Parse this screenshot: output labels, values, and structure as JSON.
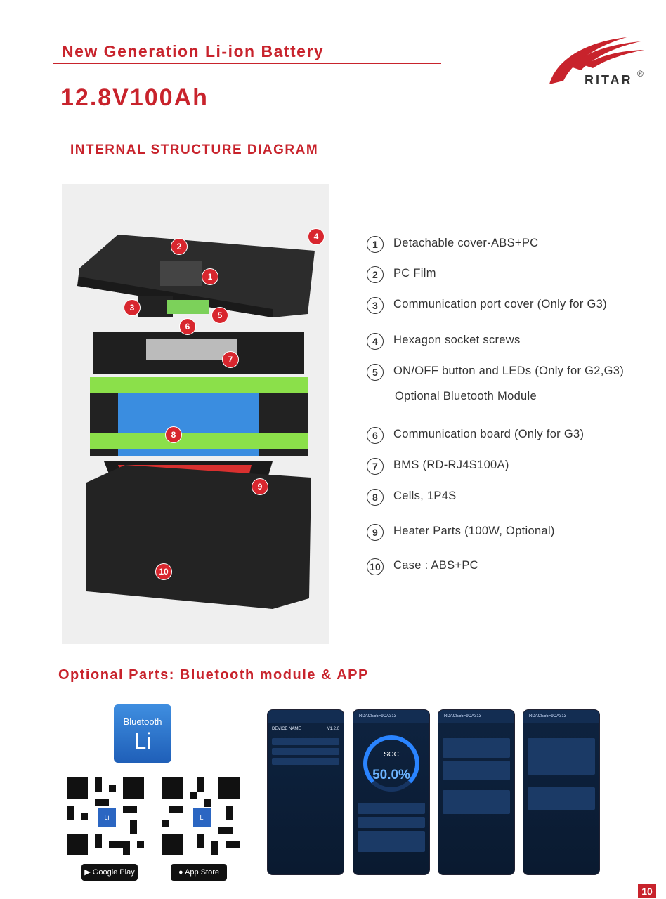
{
  "header": {
    "title": "New Generation Li-ion Battery",
    "model": "12.8V100Ah",
    "section": "INTERNAL STRUCTURE DIAGRAM",
    "brand": "RITAR",
    "brand_mark": "®"
  },
  "colors": {
    "accent": "#c8232c",
    "cell_blue": "#3a8de0",
    "frame_green": "#8be04a"
  },
  "legend": [
    {
      "num": "1",
      "text": "Detachable cover-ABS+PC"
    },
    {
      "num": "2",
      "text": "PC Film"
    },
    {
      "num": "3",
      "text": "Communication port cover  (Only for G3)"
    },
    {
      "num": "4",
      "text": "Hexagon socket screws"
    },
    {
      "num": "5",
      "text": "ON/OFF button and LEDs (Only for G2,G3)"
    },
    {
      "num": "6",
      "text": "Communication board (Only for G3)"
    },
    {
      "num": "7",
      "text": "BMS (RD-RJ4S100A)"
    },
    {
      "num": "8",
      "text": "Cells, 1P4S"
    },
    {
      "num": "9",
      "text": "Heater Parts (100W, Optional)"
    },
    {
      "num": "10",
      "text": "Case : ABS+PC"
    }
  ],
  "legend_note": "Optional Bluetooth Module",
  "callouts": [
    "1",
    "2",
    "3",
    "4",
    "5",
    "6",
    "7",
    "8",
    "9",
    "10"
  ],
  "optional": {
    "title": "Optional Parts: Bluetooth module & APP",
    "badge_top": "Bluetooth",
    "badge_bottom": "Li",
    "google_play": "Google Play",
    "app_store": "App Store",
    "qr_center": "Li"
  },
  "phones": {
    "device_name": "DEVICE NAME",
    "version": "V1.2.0",
    "soc_label": "SOC",
    "soc_value": "50.0%",
    "device_id": "RDACE55F9CA313"
  },
  "page_number": "10"
}
